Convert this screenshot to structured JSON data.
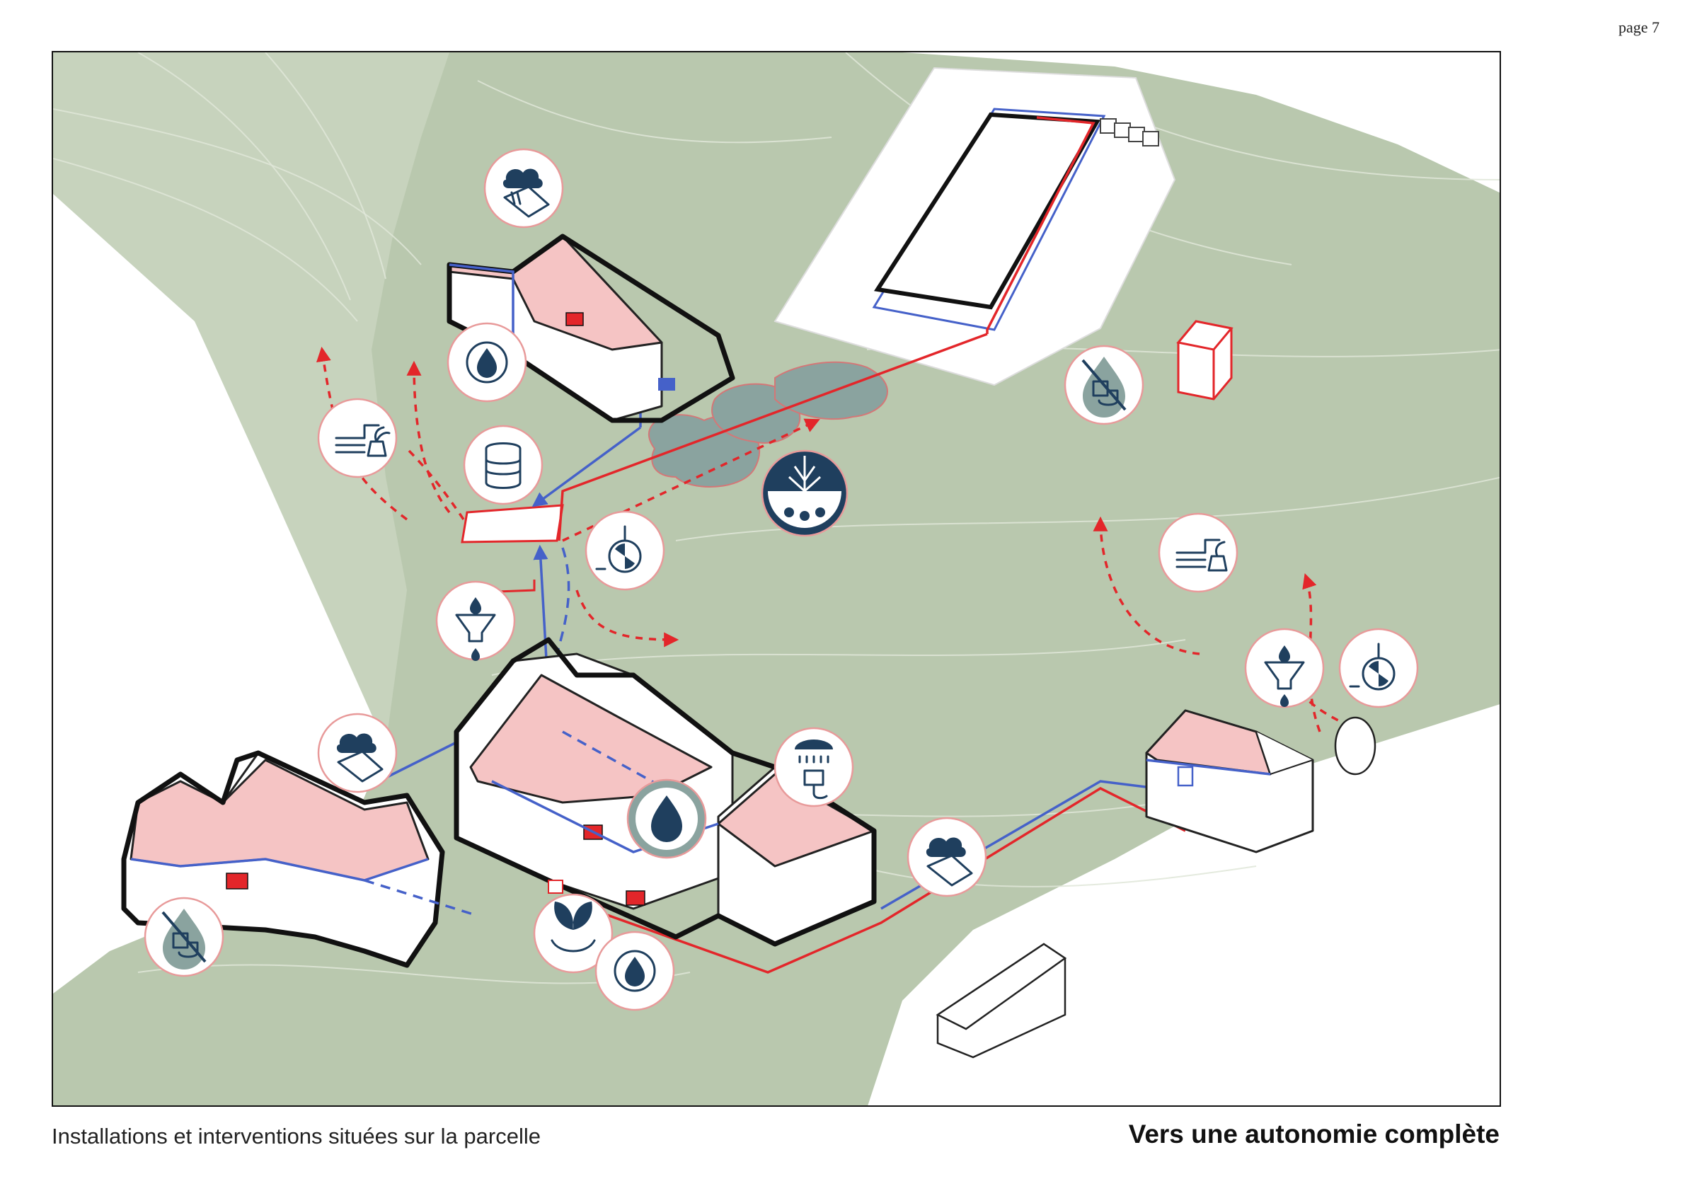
{
  "page": {
    "number_label": "page 7"
  },
  "captions": {
    "left": "Installations et interventions situées sur la parcelle",
    "right": "Vers une autonomie complète"
  },
  "colors": {
    "terrain": "#b9c8ae",
    "roof_pink": "#f5c4c4",
    "pipe_red": "#e3262a",
    "pipe_blue": "#4561c9",
    "icon_dark": "#1f3f5e",
    "pond": "#8aa39f",
    "icon_border": "#e89a9a"
  },
  "icons": [
    "rain-roof-icon",
    "water-cycle-icon",
    "irrigation-hose-plant-icon",
    "water-tank-icon",
    "filter-funnel-icon",
    "pump-valve-icon",
    "phytoremediation-icon",
    "no-water-toilet-icon",
    "rain-roof-icon",
    "water-drop-icon",
    "shower-head-icon",
    "compost-leaves-icon",
    "water-cycle-icon",
    "rain-roof-icon",
    "irrigation-hose-plant-icon",
    "filter-funnel-icon",
    "pump-valve-icon",
    "no-water-toilet-icon"
  ]
}
